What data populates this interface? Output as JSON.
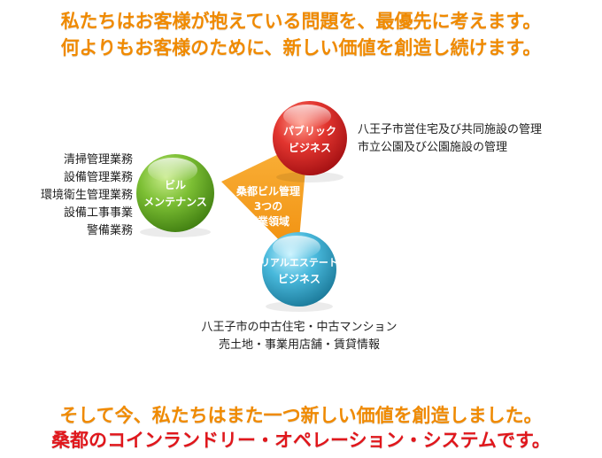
{
  "headline": {
    "line1": "私たちはお客様が抱えている問題を、最優先に考えます。",
    "line2": "何よりもお客様のために、新しい価値を創造し続けます。",
    "line3": "そして今、私たちはまた一つ新しい価値を創造しました。",
    "line4": "桑都のコインランドリー・オペレーション・システムです。"
  },
  "center": {
    "line1": "桑都ビル管理",
    "line2": "3つの",
    "line3": "事業領域"
  },
  "nodes": {
    "building": {
      "line1": "ビル",
      "line2": "メンテナンス",
      "color": "#6aaa2a"
    },
    "public": {
      "line1": "パブリック",
      "line2": "ビジネス",
      "color": "#d9262a"
    },
    "realestate": {
      "line1": "リアルエステート",
      "line2": "ビジネス",
      "color": "#2fa8c8"
    }
  },
  "lists": {
    "building": [
      "清掃管理業務",
      "設備管理業務",
      "環境衛生管理業務",
      "設備工事事業",
      "警備業務"
    ],
    "public": [
      "八王子市営住宅及び共同施設の管理",
      "市立公園及び公園施設の管理"
    ],
    "realestate": [
      "八王子市の中古住宅・中古マンション",
      "売土地・事業用店舗・賃貸情報"
    ]
  },
  "colors": {
    "orange": "#f08a00",
    "red": "#e0171c",
    "triangle": "#f7a21b"
  }
}
